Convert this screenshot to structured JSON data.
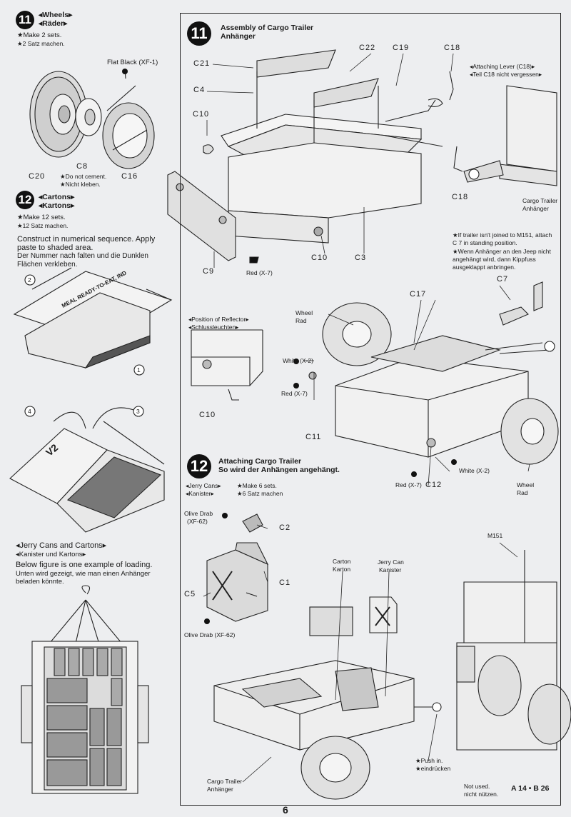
{
  "left": {
    "wheels": {
      "step": "11",
      "title_en": "◂Wheels▸",
      "title_de": "◂Räder▸",
      "note_en": "★Make 2 sets.",
      "note_de": "★2 Satz machen.",
      "paint_label": "Flat Black (XF-1)",
      "parts": {
        "c20": "C20",
        "c8": "C8",
        "c16": "C16"
      },
      "warn_en": "★Do not cement.",
      "warn_de": "★Nicht kleben."
    },
    "cartons": {
      "step": "12",
      "title_en": "◂Cartons▸",
      "title_de": "◂Kartons▸",
      "note_en": "★Make 12 sets.",
      "note_de": "★12 Satz machen.",
      "instr_en_1": "Construct in numerical sequence. Apply",
      "instr_en_2": "paste to shaded area.",
      "instr_de_1": "Der Nummer nach falten und die Dunklen",
      "instr_de_2": "Flächen verkleben.",
      "box_text": "MEAL READY-TO-EAT, IND",
      "box_text2": "V2",
      "seq": [
        "2",
        "1",
        "4",
        "3"
      ]
    },
    "loading": {
      "title_en": "◂Jerry Cans and Cartons▸",
      "title_de": "◂Kanister und Kartons▸",
      "desc_en": "Below figure is one example of loading.",
      "desc_de_1": "Unten wird gezeigt, wie man einen Anhänger",
      "desc_de_2": "beladen könnte."
    }
  },
  "right": {
    "assembly": {
      "step": "11",
      "title_en": "Assembly of Cargo Trailer",
      "title_de": "Anhänger",
      "parts": {
        "c21": "C21",
        "c4": "C4",
        "c10a": "C10",
        "c22": "C22",
        "c19": "C19",
        "c18a": "C18",
        "c18b": "C18",
        "c9": "C9",
        "c10b": "C10",
        "c3": "C3",
        "c7": "C7",
        "c17": "C17",
        "c11": "C11",
        "c12": "C12",
        "c10c": "C10"
      },
      "attach_en": "◂Attaching Lever (C18)▸",
      "attach_de": "◂Teil C18 nicht vergessen▸",
      "trailer_en": "Cargo Trailer",
      "trailer_de": "Anhänger",
      "red_x7": "Red (X-7)",
      "if_en_1": "★If trailer isn't joined to M151, attach",
      "if_en_2": "C 7 in standing position.",
      "if_de_1": "★Wenn Anhänger an den Jeep nicht",
      "if_de_2": "angehängt wird, dann Kippfuss",
      "if_de_3": "ausgeklappt anbringen.",
      "reflector_en": "◂Position of Reflector▸",
      "reflector_de": "◂Schlussleuchten▸",
      "wheel_en": "Wheel",
      "wheel_de": "Rad",
      "white_x2": "White (X-2)"
    },
    "attaching": {
      "step": "12",
      "title_en": "Attaching Cargo Trailer",
      "title_de": "So wird der Anhängen angehängt.",
      "cans_en": "◂Jerry Cans▸",
      "cans_de": "◂Kanister▸",
      "make_en": "★Make 6 sets.",
      "make_de": "★6 Satz machen",
      "olive": "Olive Drab",
      "olive_code": "(XF-62)",
      "olive_full": "Olive Drab (XF-62)",
      "parts": {
        "c2": "C2",
        "c1": "C1",
        "c5": "C5"
      },
      "carton_en": "Carton",
      "carton_de": "Karton",
      "can_en": "Jerry Can",
      "can_de": "Kanister",
      "m151": "M151",
      "push_en": "★Push in.",
      "push_de": "★eindrücken",
      "trailer_en": "Cargo Trailer",
      "trailer_de": "Anhänger",
      "notused_en": "Not used.",
      "notused_de": "nicht nützen.",
      "code": "A 14 • B 26"
    }
  },
  "page_number": "6"
}
